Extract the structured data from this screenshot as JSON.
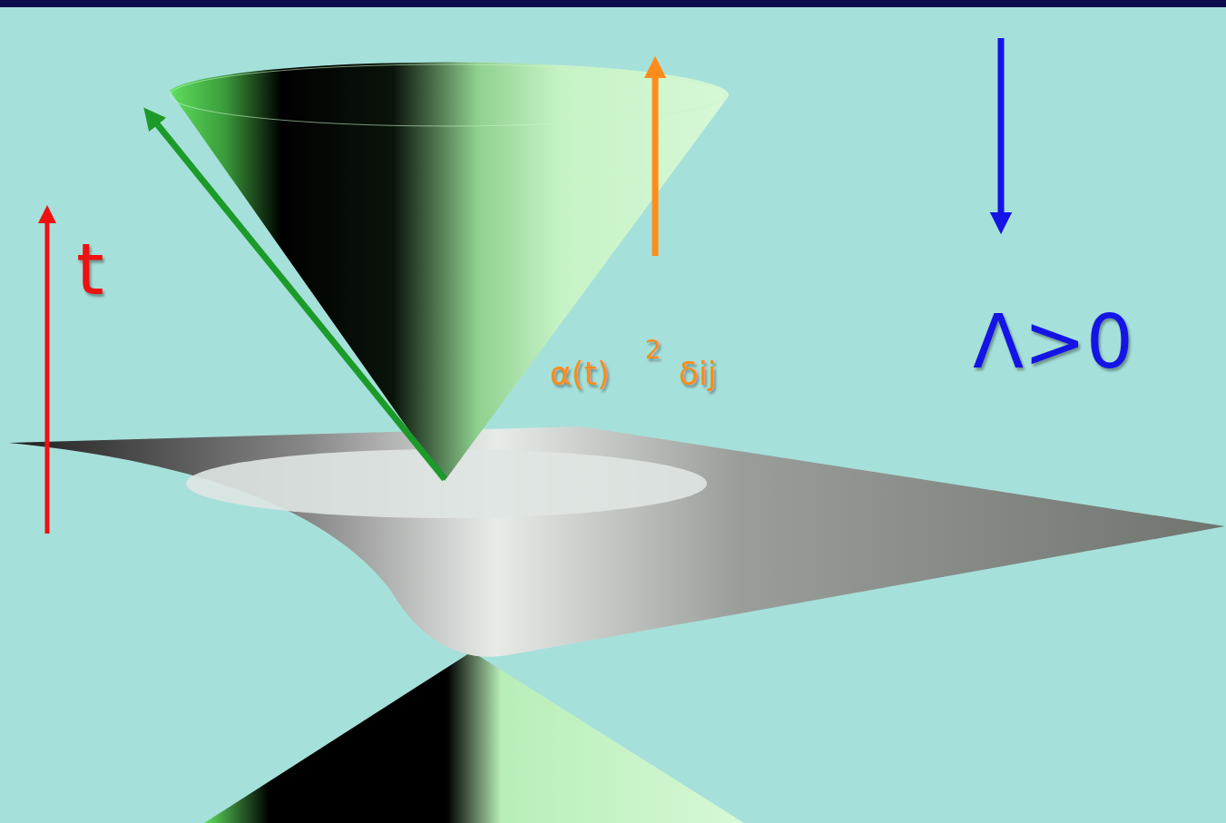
{
  "diagram": {
    "labels": [
      "t",
      "α(t)",
      "2",
      "δij",
      "Λ>0"
    ]
  }
}
